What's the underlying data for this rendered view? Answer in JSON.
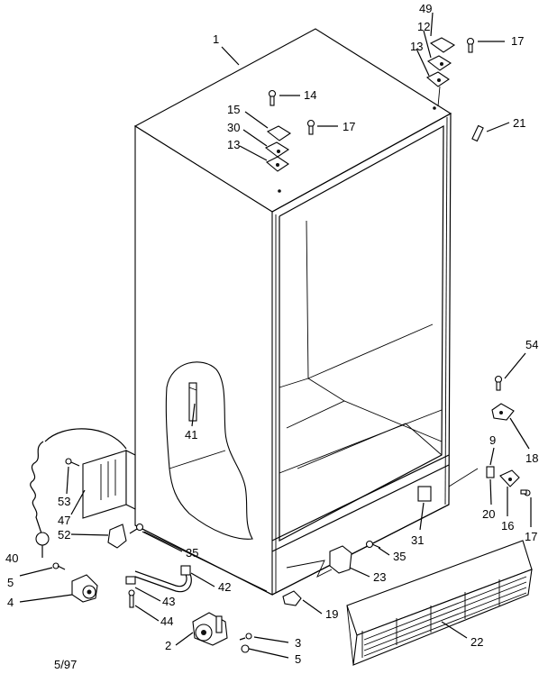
{
  "diagram": {
    "parts": {
      "cabinet": "1",
      "leveling_roller_assembly": "2",
      "screw_3": "3",
      "roller_assembly_left": "4",
      "screw_5_top": "5",
      "screw_5_bottom": "5",
      "bracket_9": "9",
      "hinge_pin_top": "12",
      "hinge_shim_top": "13",
      "hinge_shim_middle": "13",
      "screw_14": "14",
      "hinge_middle": "15",
      "bracket_16": "16",
      "screw_17_top": "17",
      "screw_17_middle": "17",
      "screw_17_bottom": "17",
      "hinge_bottom": "18",
      "clip_19": "19",
      "spacer_20": "20",
      "plug_21": "21",
      "toe_grille": "22",
      "bracket_23": "23",
      "hinge_pin_middle": "30",
      "clip_31": "31",
      "screw_35_left": "35",
      "screw_35_right": "35",
      "insulation_41": "41",
      "drain_tube": "42",
      "clip_43": "43",
      "screw_44": "44",
      "hinge_top": "49",
      "clip_52": "52",
      "screw_53": "53",
      "electrical_box": "47",
      "power_cord": "40",
      "screw_54": "54"
    },
    "footer_date": "5/97"
  }
}
